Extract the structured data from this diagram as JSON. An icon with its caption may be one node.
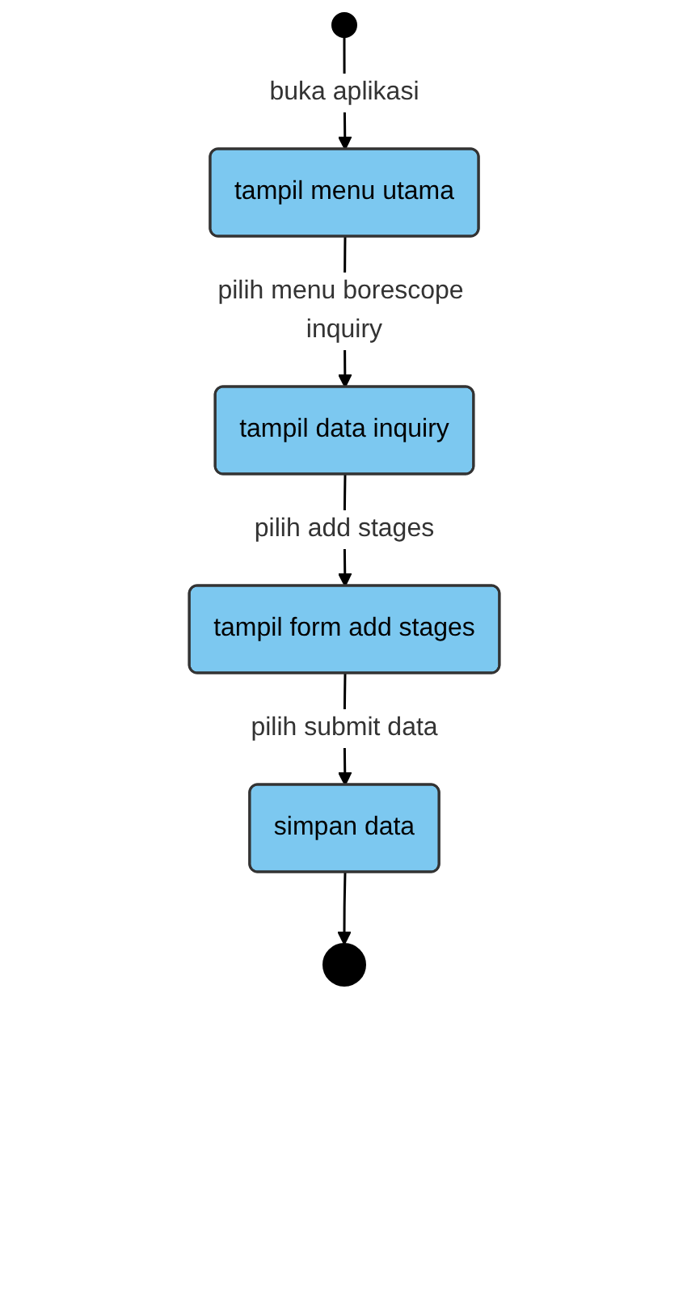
{
  "diagram": {
    "nodes": [
      {
        "text": [],
        "shape": "circle"
      },
      {
        "text": [
          "tampil menu utama"
        ]
      },
      {
        "text": [
          "tampil data inquiry"
        ]
      },
      {
        "text": [
          "tampil form add stages"
        ]
      },
      {
        "text": [
          "simpan data"
        ]
      },
      {
        "text": [],
        "shape": "circle"
      }
    ],
    "edges": [
      {
        "from": 0,
        "to": 1,
        "arrow": "to",
        "label": "buka aplikasi"
      },
      {
        "from": 1,
        "to": 2,
        "arrow": "to",
        "label": "pilih menu borescope inquiry"
      },
      {
        "from": 2,
        "to": 3,
        "arrow": "to",
        "label": "pilih add stages"
      },
      {
        "from": 3,
        "to": 4,
        "arrow": "to",
        "label": "pilih submit data"
      },
      {
        "from": 4,
        "to": 5,
        "arrow": "to"
      }
    ]
  }
}
